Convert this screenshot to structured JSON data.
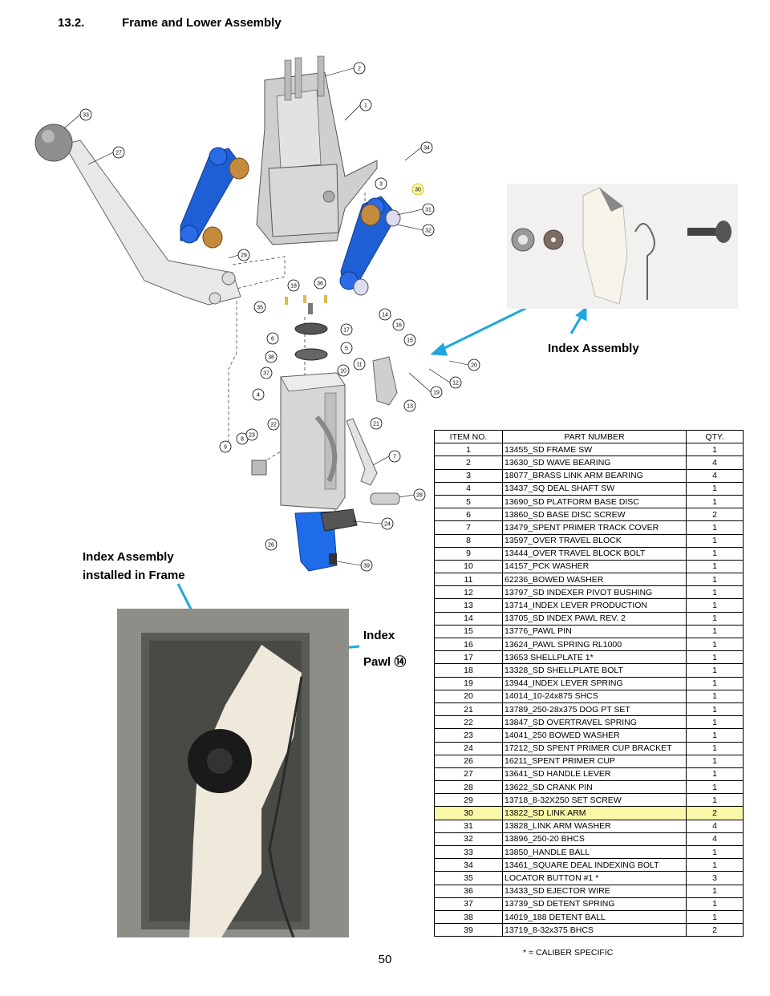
{
  "heading": {
    "number": "13.2.",
    "title": "Frame and Lower Assembly"
  },
  "labels": {
    "index_assembly": "Index Assembly",
    "installed_line1": "Index Assembly",
    "installed_line2": "installed in Frame",
    "pawl_line1": "Index",
    "pawl_line2": "Pawl ⑭"
  },
  "callouts": [
    "1",
    "2",
    "3",
    "4",
    "5",
    "6",
    "7",
    "8",
    "9",
    "10",
    "11",
    "12",
    "13",
    "14",
    "15",
    "16",
    "17",
    "18",
    "19",
    "20",
    "21",
    "22",
    "23",
    "24",
    "26",
    "27",
    "28",
    "29",
    "30",
    "31",
    "32",
    "33",
    "34",
    "35",
    "36",
    "37",
    "38",
    "39"
  ],
  "table": {
    "headers": {
      "item": "ITEM NO.",
      "part": "PART NUMBER",
      "qty": "QTY."
    },
    "rows": [
      {
        "item": "1",
        "part": "13455_SD FRAME SW",
        "qty": "1"
      },
      {
        "item": "2",
        "part": "13630_SD WAVE BEARING",
        "qty": "4"
      },
      {
        "item": "3",
        "part": "18077_BRASS LINK ARM BEARING",
        "qty": "4"
      },
      {
        "item": "4",
        "part": "13437_SQ DEAL SHAFT SW",
        "qty": "1"
      },
      {
        "item": "5",
        "part": "13690_SD PLATFORM BASE DISC",
        "qty": "1"
      },
      {
        "item": "6",
        "part": "13860_SD BASE DISC SCREW",
        "qty": "2"
      },
      {
        "item": "7",
        "part": "13479_SPENT PRIMER TRACK COVER",
        "qty": "1"
      },
      {
        "item": "8",
        "part": "13597_OVER TRAVEL BLOCK",
        "qty": "1"
      },
      {
        "item": "9",
        "part": "13444_OVER TRAVEL BLOCK BOLT",
        "qty": "1"
      },
      {
        "item": "10",
        "part": "14157_PCK WASHER",
        "qty": "1"
      },
      {
        "item": "11",
        "part": "62236_BOWED WASHER",
        "qty": "1"
      },
      {
        "item": "12",
        "part": "13797_SD INDEXER PIVOT BUSHING",
        "qty": "1"
      },
      {
        "item": "13",
        "part": "13714_INDEX LEVER PRODUCTION",
        "qty": "1"
      },
      {
        "item": "14",
        "part": "13705_SD INDEX PAWL REV. 2",
        "qty": "1"
      },
      {
        "item": "15",
        "part": "13776_PAWL PIN",
        "qty": "1"
      },
      {
        "item": "16",
        "part": "13624_PAWL SPRING RL1000",
        "qty": "1"
      },
      {
        "item": "17",
        "part": "13653 SHELLPLATE 1*",
        "qty": "1"
      },
      {
        "item": "18",
        "part": "13328_SD SHELLPLATE BOLT",
        "qty": "1"
      },
      {
        "item": "19",
        "part": "13944_INDEX LEVER SPRING",
        "qty": "1"
      },
      {
        "item": "20",
        "part": "14014_10-24x875 SHCS",
        "qty": "1"
      },
      {
        "item": "21",
        "part": "13789_250-28x375 DOG PT SET",
        "qty": "1"
      },
      {
        "item": "22",
        "part": "13847_SD OVERTRAVEL SPRING",
        "qty": "1"
      },
      {
        "item": "23",
        "part": "14041_250 BOWED WASHER",
        "qty": "1"
      },
      {
        "item": "24",
        "part": "17212_SD SPENT PRIMER CUP BRACKET",
        "qty": "1"
      },
      {
        "item": "26",
        "part": "16211_SPENT PRIMER CUP",
        "qty": "1"
      },
      {
        "item": "27",
        "part": "13641_SD HANDLE LEVER",
        "qty": "1"
      },
      {
        "item": "28",
        "part": "13622_SD CRANK PIN",
        "qty": "1"
      },
      {
        "item": "29",
        "part": "13718_8-32X250 SET SCREW",
        "qty": "1"
      },
      {
        "item": "30",
        "part": "13822_SD LINK ARM",
        "qty": "2"
      },
      {
        "item": "31",
        "part": "13828_LINK ARM WASHER",
        "qty": "4"
      },
      {
        "item": "32",
        "part": "13896_250-20 BHCS",
        "qty": "4"
      },
      {
        "item": "33",
        "part": "13850_HANDLE BALL",
        "qty": "1"
      },
      {
        "item": "34",
        "part": "13461_SQUARE DEAL INDEXING BOLT",
        "qty": "1"
      },
      {
        "item": "35",
        "part": "LOCATOR BUTTON #1 *",
        "qty": "3"
      },
      {
        "item": "36",
        "part": "13433_SD EJECTOR WIRE",
        "qty": "1"
      },
      {
        "item": "37",
        "part": "13739_SD DETENT SPRING",
        "qty": "1"
      },
      {
        "item": "38",
        "part": "14019_188 DETENT BALL",
        "qty": "1"
      },
      {
        "item": "39",
        "part": "13719_8-32x375 BHCS",
        "qty": "2"
      }
    ],
    "highlight_item": "30",
    "highlight_color": "#fbf7a9"
  },
  "footnote": "* = CALIBER SPECIFIC",
  "page_number": "50",
  "colors": {
    "arrow": "#1ea6e0",
    "link_arm": "#1f5fd6",
    "frame_gray": "#c8c8c8"
  }
}
